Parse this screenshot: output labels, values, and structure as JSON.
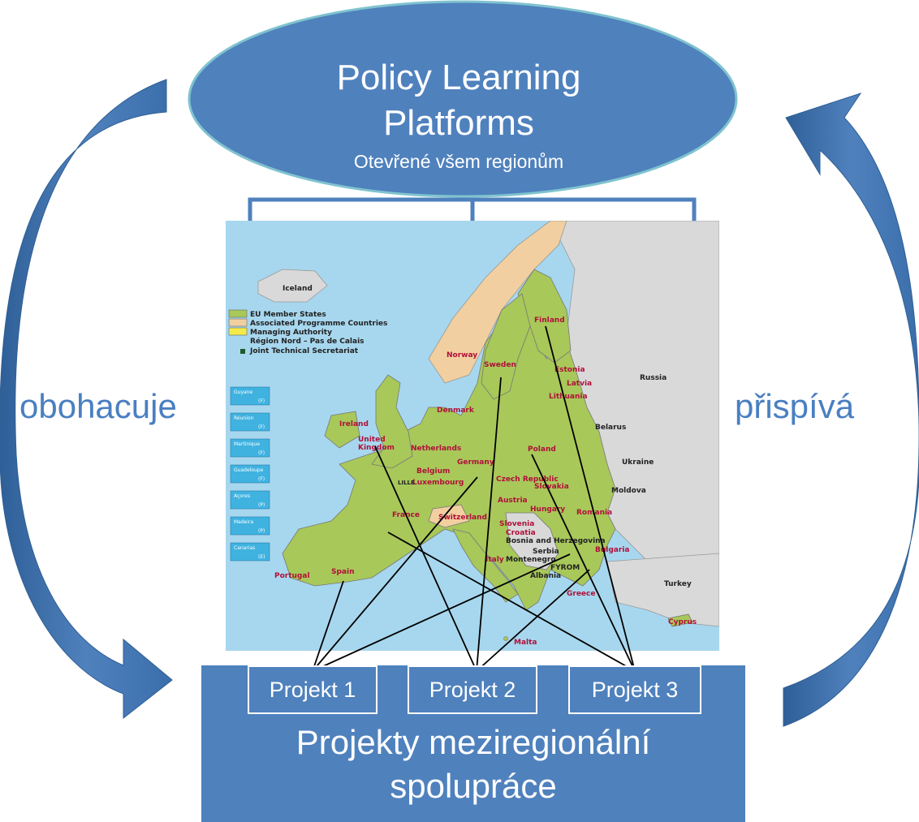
{
  "top_ellipse": {
    "title_line1": "Policy Learning",
    "title_line2": "Platforms",
    "subtitle": "Otevřené všem regionům"
  },
  "left_label": "obohacuje",
  "right_label": "přispívá",
  "projects": [
    {
      "label": "Projekt 1"
    },
    {
      "label": "Projekt 2"
    },
    {
      "label": "Projekt 3"
    }
  ],
  "bottom_box": {
    "title_line1": "Projekty meziregionální",
    "title_line2": "spolupráce"
  },
  "map": {
    "legend": [
      {
        "label": "EU Member States",
        "color": "#a8c85a"
      },
      {
        "label": "Associated Programme Countries",
        "color": "#f2cfa0"
      },
      {
        "label": "Managing Authority",
        "color": "#f5ea4a"
      },
      {
        "label": "Région Nord – Pas de Calais",
        "color": ""
      },
      {
        "label": "Joint Technical Secretariat",
        "color": "#1e5a2a"
      }
    ],
    "outermost_regions": [
      {
        "name": "Guyane",
        "code": "(F)"
      },
      {
        "name": "Réunion",
        "code": "(F)"
      },
      {
        "name": "Martinique",
        "code": "(F)"
      },
      {
        "name": "Guadeloupe",
        "code": "(F)"
      },
      {
        "name": "Açores",
        "code": "(P)"
      },
      {
        "name": "Madeira",
        "code": "(P)"
      },
      {
        "name": "Canarias",
        "code": "(E)"
      }
    ],
    "country_labels": {
      "iceland": "Iceland",
      "ireland": "Ireland",
      "uk": "United Kingdom",
      "norway": "Norway",
      "sweden": "Sweden",
      "finland": "Finland",
      "estonia": "Estonia",
      "latvia": "Latvia",
      "lithuania": "Lithuania",
      "denmark": "Denmark",
      "netherlands": "Netherlands",
      "belgium": "Belgium",
      "luxembourg": "Luxembourg",
      "lille": "LILLE",
      "germany": "Germany",
      "poland": "Poland",
      "czech": "Czech Republic",
      "slovakia": "Slovakia",
      "austria": "Austria",
      "hungary": "Hungary",
      "romania": "Romania",
      "france": "France",
      "switzerland": "Switzerland",
      "slovenia": "Slovenia",
      "croatia": "Croatia",
      "bosnia": "Bosnia and Herzegovina",
      "serbia": "Serbia",
      "montenegro": "Montenegro",
      "fyrom": "FYROM",
      "albania": "Albania",
      "bulgaria": "Bulgaria",
      "greece": "Greece",
      "italy": "Italy",
      "malta": "Malta",
      "portugal": "Portugal",
      "spain": "Spain",
      "cyprus": "Cyprus",
      "turkey": "Turkey",
      "russia": "Russia",
      "belarus": "Belarus",
      "ukraine": "Ukraine",
      "moldova": "Moldova"
    }
  },
  "colors": {
    "accent_blue": "#4f81bd",
    "dark_blue": "#2e5f94",
    "label_blue": "#4a7fc1",
    "sea": "#a7d7ee",
    "eu_green": "#a8c85a",
    "non_eu": "#d9d9d9",
    "country_label": "#b0103a"
  }
}
